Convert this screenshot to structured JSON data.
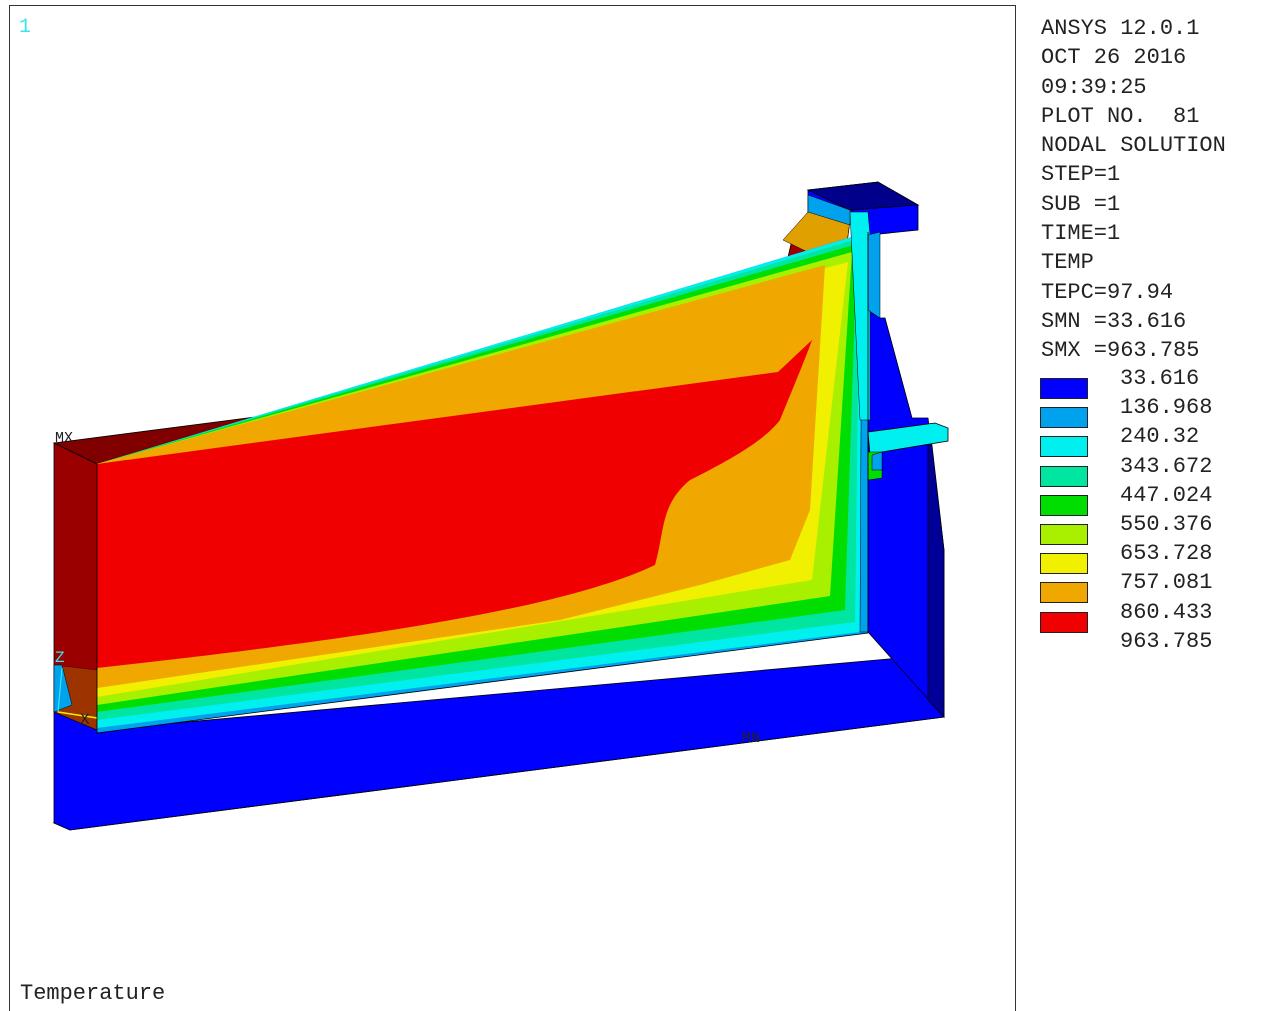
{
  "window_number": "1",
  "info_lines": [
    "ANSYS 12.0.1",
    "OCT 26 2016",
    "09:39:25",
    "PLOT NO.  81",
    "NODAL SOLUTION",
    "STEP=1",
    "SUB =1",
    "TIME=1",
    "TEMP",
    "TEPC=97.94",
    "SMN =33.616",
    "SMX =963.785"
  ],
  "legend": {
    "levels": [
      "33.616",
      "136.968",
      "240.32",
      "343.672",
      "447.024",
      "550.376",
      "653.728",
      "757.081",
      "860.433",
      "963.785"
    ],
    "colors": [
      "#0000ff",
      "#00a2ee",
      "#00f0f0",
      "#00e6a0",
      "#00dd00",
      "#a8f000",
      "#f0f000",
      "#f0a800",
      "#f00000"
    ]
  },
  "markers": {
    "max": "MX",
    "min": "MN",
    "axis_z": "Z",
    "axis_x": "X"
  },
  "caption": "Temperature"
}
